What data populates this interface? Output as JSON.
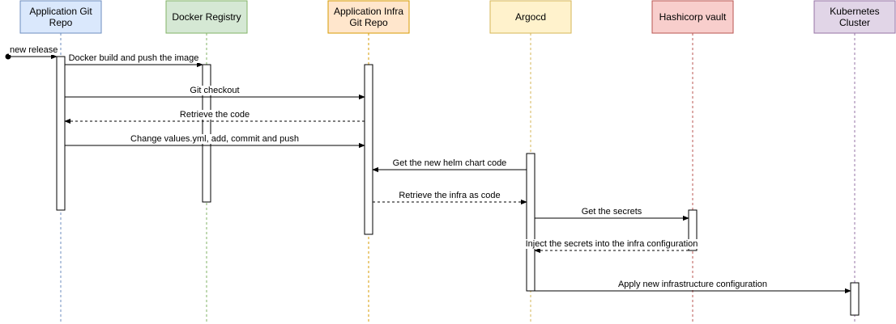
{
  "actors": [
    {
      "id": "app",
      "lines": [
        "Application Git",
        "Repo"
      ],
      "fill": "#dae8fc",
      "stroke": "#6c8ebf"
    },
    {
      "id": "docker",
      "lines": [
        "Docker Registry"
      ],
      "fill": "#d5e8d4",
      "stroke": "#82b366"
    },
    {
      "id": "infra",
      "lines": [
        "Application Infra",
        "Git Repo"
      ],
      "fill": "#ffe6cc",
      "stroke": "#d79b00"
    },
    {
      "id": "argocd",
      "lines": [
        "Argocd"
      ],
      "fill": "#fff2cc",
      "stroke": "#d6b656"
    },
    {
      "id": "vault",
      "lines": [
        "Hashicorp vault"
      ],
      "fill": "#f8cecc",
      "stroke": "#b85450"
    },
    {
      "id": "k8s",
      "lines": [
        "Kubernetes",
        "Cluster"
      ],
      "fill": "#e1d5e7",
      "stroke": "#9673a6"
    }
  ],
  "messages": [
    {
      "from": "start",
      "to": "app",
      "label": "new release",
      "style": "solid"
    },
    {
      "from": "app",
      "to": "docker",
      "label": "Docker build and push the image",
      "style": "solid"
    },
    {
      "from": "app",
      "to": "infra",
      "label": "Git checkout",
      "style": "solid"
    },
    {
      "from": "infra",
      "to": "app",
      "label": "Retrieve the code",
      "style": "dashed"
    },
    {
      "from": "app",
      "to": "infra",
      "label": "Change values.yml, add, commit and push",
      "style": "solid"
    },
    {
      "from": "argocd",
      "to": "infra",
      "label": "Get the new helm chart code",
      "style": "solid"
    },
    {
      "from": "infra",
      "to": "argocd",
      "label": "Retrieve the infra as code",
      "style": "dashed"
    },
    {
      "from": "argocd",
      "to": "vault",
      "label": "Get the secrets",
      "style": "solid"
    },
    {
      "from": "vault",
      "to": "argocd",
      "label": "Inject the secrets into the infra configuration",
      "style": "dashed"
    },
    {
      "from": "argocd",
      "to": "k8s",
      "label": "Apply new infrastructure configuration",
      "style": "solid"
    }
  ]
}
